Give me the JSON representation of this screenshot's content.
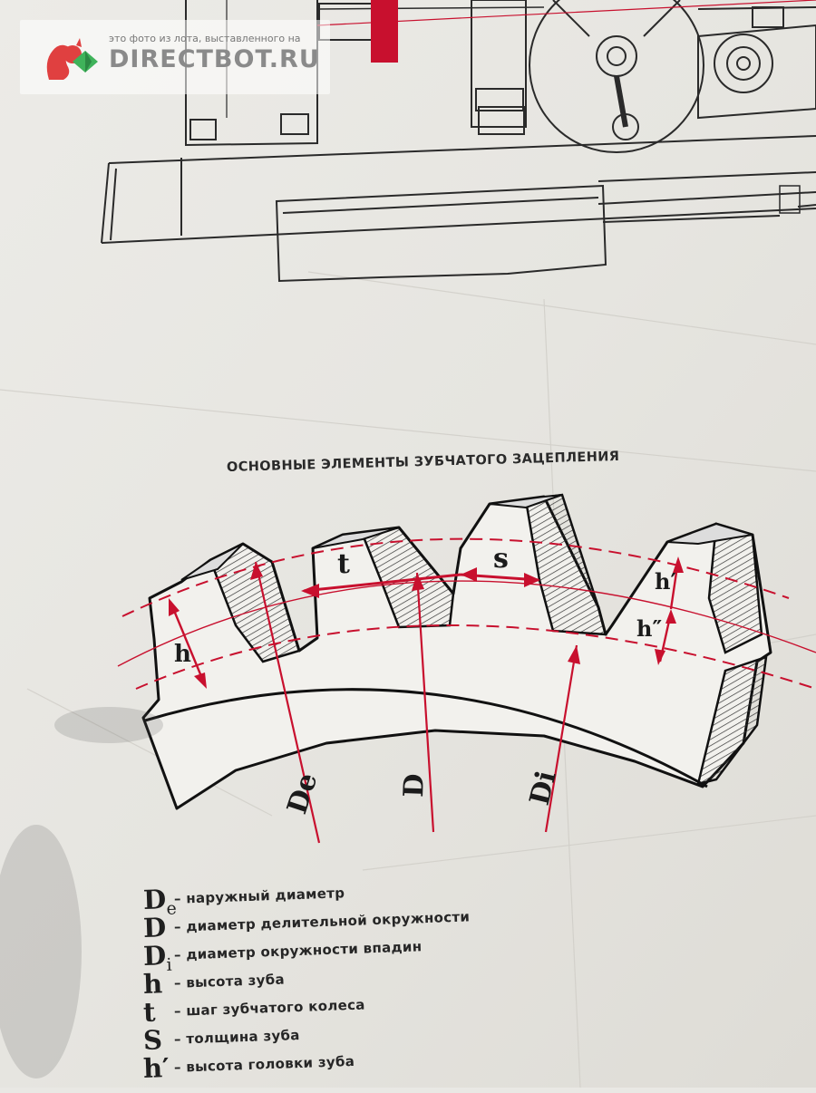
{
  "watermark": {
    "caption": "это фото из лота, выставленного на",
    "brand": "DIRECTBOT.RU"
  },
  "poster": {
    "title": "ОСНОВНЫЕ ЭЛЕМЕНТЫ ЗУБЧАТОГО ЗАЦЕПЛЕНИЯ"
  },
  "diagram_labels": {
    "t": "t",
    "s": "s",
    "h": "h",
    "h_prime": "h′",
    "h_double_prime": "h″",
    "De": "De",
    "D": "D",
    "Di": "Di"
  },
  "legend": [
    {
      "symbol": "D",
      "sub": "e",
      "text": "– наружный диаметр"
    },
    {
      "symbol": "D",
      "sub": "",
      "text": "– диаметр делительной окружности"
    },
    {
      "symbol": "D",
      "sub": "i",
      "text": "– диаметр окружности впадин"
    },
    {
      "symbol": "h",
      "sub": "",
      "text": "– высота зуба"
    },
    {
      "symbol": "t",
      "sub": "",
      "text": "– шаг зубчатого колеса"
    },
    {
      "symbol": "S",
      "sub": "",
      "text": "– толщина зуба"
    },
    {
      "symbol": "h′",
      "sub": "",
      "text": "– высота головки зуба"
    }
  ],
  "colors": {
    "paper": "#e9e8e4",
    "ink": "#1f1f1f",
    "accent_red": "#c8102e"
  }
}
